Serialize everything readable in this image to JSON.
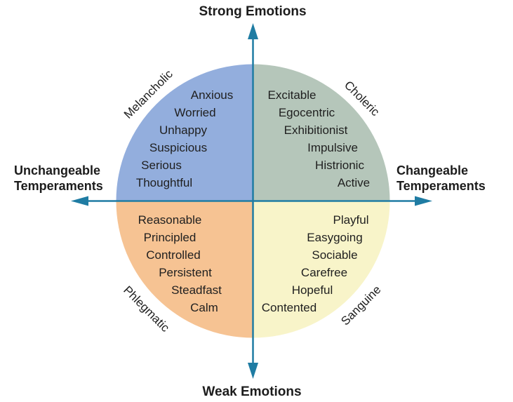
{
  "axes": {
    "top_label": "Strong Emotions",
    "bottom_label": "Weak Emotions",
    "left_label_line1": "Unchangeable",
    "left_label_line2": "Temperaments",
    "right_label_line1": "Changeable",
    "right_label_line2": "Temperaments"
  },
  "quadrants": [
    {
      "name": "Melancholic",
      "position": "top-left",
      "color": "#93AEDD",
      "traits": [
        "Anxious",
        "Worried",
        "Unhappy",
        "Suspicious",
        "Serious",
        "Thoughtful"
      ]
    },
    {
      "name": "Choleric",
      "position": "top-right",
      "color": "#B5C6BA",
      "traits": [
        "Excitable",
        "Egocentric",
        "Exhibitionist",
        "Impulsive",
        "Histrionic",
        "Active"
      ]
    },
    {
      "name": "Phlegmatic",
      "position": "bottom-left",
      "color": "#F6C393",
      "traits": [
        "Reasonable",
        "Principled",
        "Controlled",
        "Persistent",
        "Steadfast",
        "Calm"
      ]
    },
    {
      "name": "Sanguine",
      "position": "bottom-right",
      "color": "#F8F4C9",
      "traits": [
        "Playful",
        "Easygoing",
        "Sociable",
        "Carefree",
        "Hopeful",
        "Contented"
      ]
    }
  ],
  "colors": {
    "axis": "#1F7CA3",
    "text": "#1f1f1f"
  }
}
